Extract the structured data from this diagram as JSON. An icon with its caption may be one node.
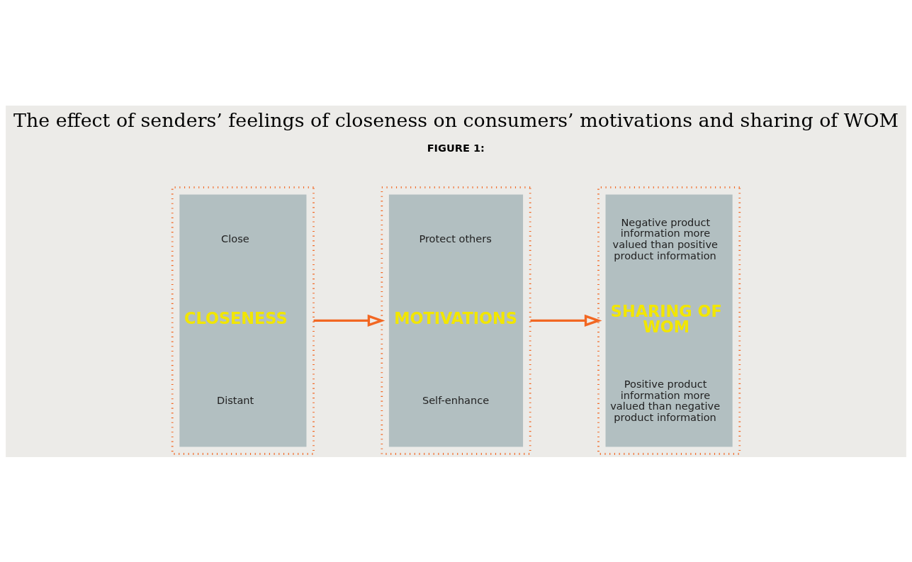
{
  "diagram": {
    "title": "The effect of senders’ feelings of closeness on consumers’ motivations and sharing of WOM",
    "nodes": [
      {
        "text": [
          "Close",
          "CLOSENESS",
          "Distant"
        ]
      },
      {
        "text": [
          "Protect others",
          "MOTIVATIONS",
          "Self-enhance"
        ]
      },
      {
        "text": [
          "Negative product information more valued than positive product information",
          "SHARING OF WOM",
          "Positive product information more valued than negative product information"
        ]
      }
    ],
    "edges": [
      {
        "from": 0,
        "to": 1,
        "arrow": "to"
      },
      {
        "from": 1,
        "to": 2,
        "arrow": "to"
      }
    ],
    "labels": [
      "FIGURE 1:"
    ]
  }
}
